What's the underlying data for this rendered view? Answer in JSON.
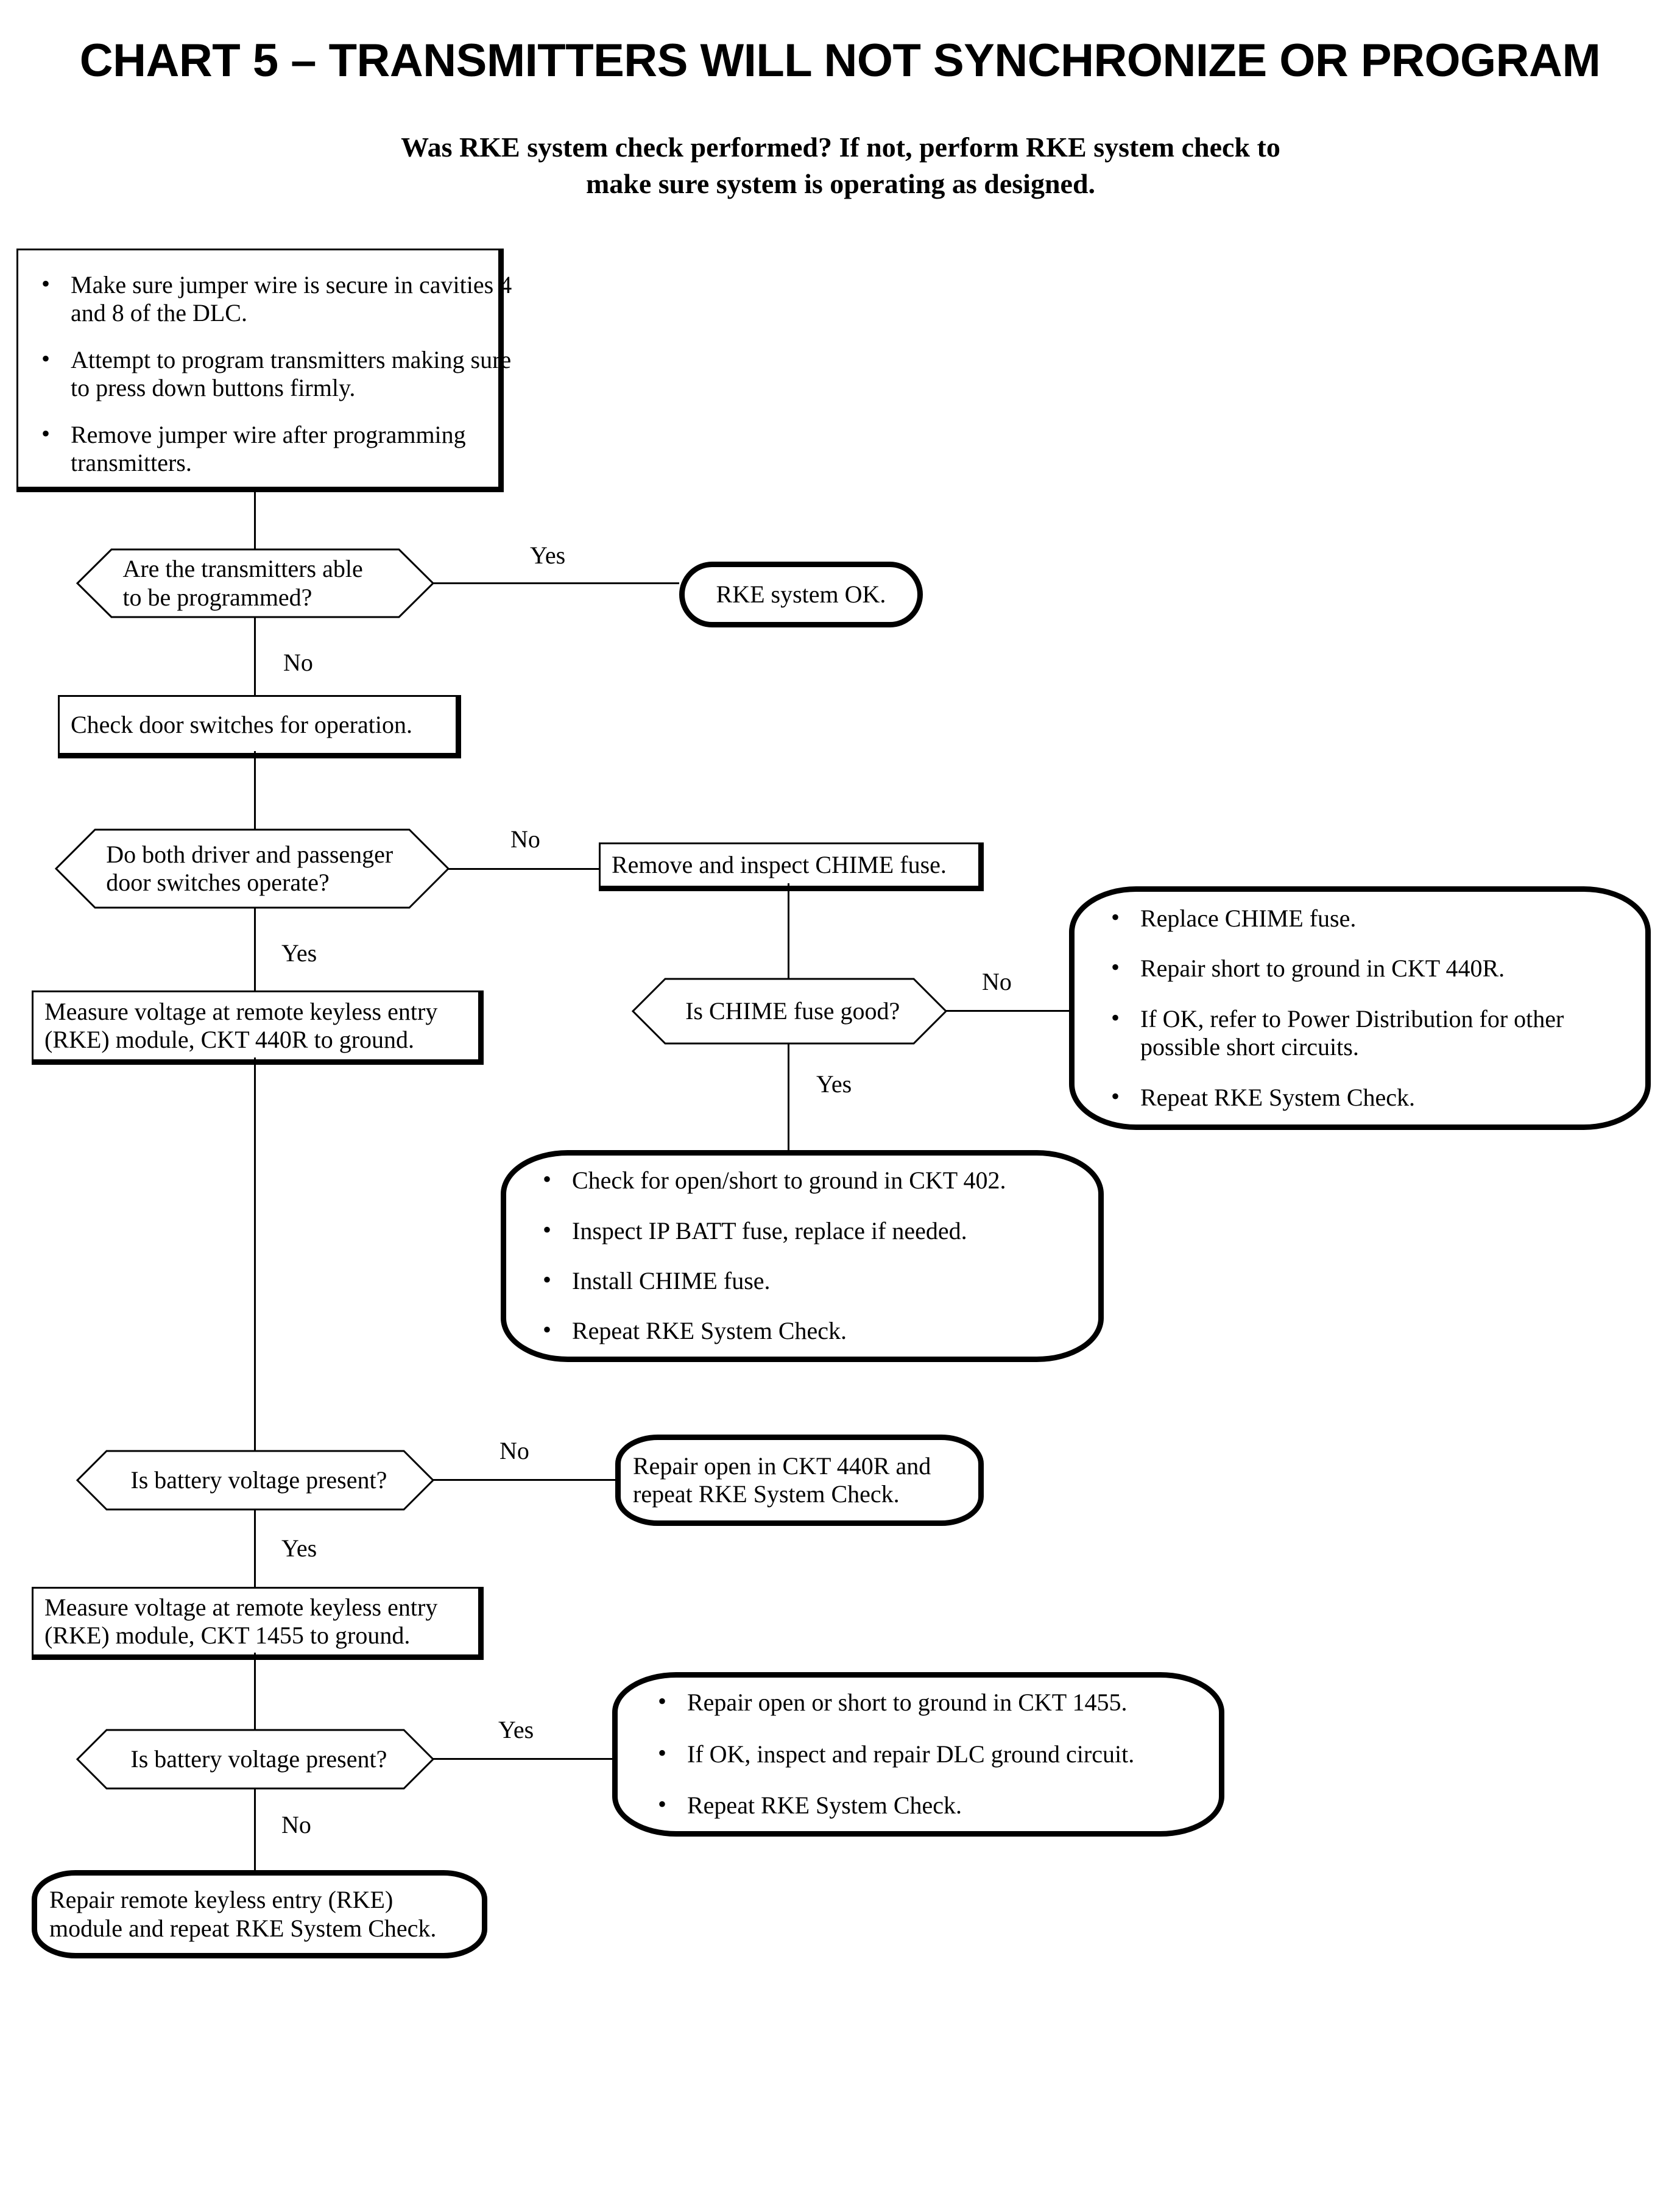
{
  "page": {
    "title": "CHART 5 – TRANSMITTERS WILL NOT SYNCHRONIZE OR PROGRAM",
    "intro": "Was RKE system check performed?  If not, perform RKE system check to make sure system is operating as designed."
  },
  "nodes": {
    "start_bullets": {
      "type": "bullet-box",
      "items": [
        "Make sure jumper wire is secure in cavities 4 and 8 of the DLC.",
        "Attempt to program transmitters making sure to press down buttons firmly.",
        "Remove jumper wire after programming transmitters."
      ]
    },
    "d1_transmitters_programmed": {
      "type": "decision",
      "text": "Are the transmitters able to be programmed?"
    },
    "t1_rke_ok": {
      "type": "terminator",
      "text": "RKE system OK."
    },
    "p1_check_door_switches": {
      "type": "process",
      "text": "Check door switches for operation."
    },
    "d2_door_switches": {
      "type": "decision",
      "text": "Do both driver and passenger door switches operate?"
    },
    "p2_remove_chime_fuse": {
      "type": "process",
      "text": "Remove and inspect CHIME fuse."
    },
    "d3_chime_fuse_good": {
      "type": "decision",
      "text": "Is CHIME fuse good?"
    },
    "t2_chime_no_actions": {
      "type": "terminator-bullets",
      "items": [
        "Replace CHIME fuse.",
        "Repair short to ground in CKT 440R.",
        "If OK, refer to Power Distribution for other possible short circuits.",
        "Repeat RKE System Check."
      ]
    },
    "t3_chime_yes_actions": {
      "type": "terminator-bullets",
      "items": [
        "Check for open/short to ground in CKT 402.",
        "Inspect IP BATT fuse, replace if needed.",
        "Install CHIME fuse.",
        "Repeat RKE System Check."
      ]
    },
    "p3_measure_440r": {
      "type": "process",
      "text": "Measure voltage at remote keyless entry (RKE) module, CKT 440R to ground."
    },
    "d4_battery_voltage_440r": {
      "type": "decision",
      "text": "Is battery voltage present?"
    },
    "t4_repair_open_440r": {
      "type": "terminator",
      "text": "Repair open in CKT 440R and repeat RKE System Check."
    },
    "p4_measure_1455": {
      "type": "process",
      "text": "Measure voltage at remote keyless entry (RKE) module, CKT 1455 to ground."
    },
    "d5_battery_voltage_1455": {
      "type": "decision",
      "text": "Is battery voltage present?"
    },
    "t5_ckt1455_actions": {
      "type": "terminator-bullets",
      "items": [
        "Repair open or short to ground in CKT 1455.",
        "If OK, inspect and repair DLC ground circuit.",
        "Repeat RKE System Check."
      ]
    },
    "t6_repair_rke_module": {
      "type": "terminator",
      "text": "Repair remote keyless entry (RKE) module and repeat RKE System Check."
    }
  },
  "edge_labels": {
    "d1_yes": "Yes",
    "d1_no": "No",
    "d2_no": "No",
    "d2_yes": "Yes",
    "d3_no": "No",
    "d3_yes": "Yes",
    "d4_no": "No",
    "d4_yes": "Yes",
    "d5_yes": "Yes",
    "d5_no": "No"
  },
  "colors": {
    "stroke": "#000000",
    "background": "#ffffff"
  }
}
